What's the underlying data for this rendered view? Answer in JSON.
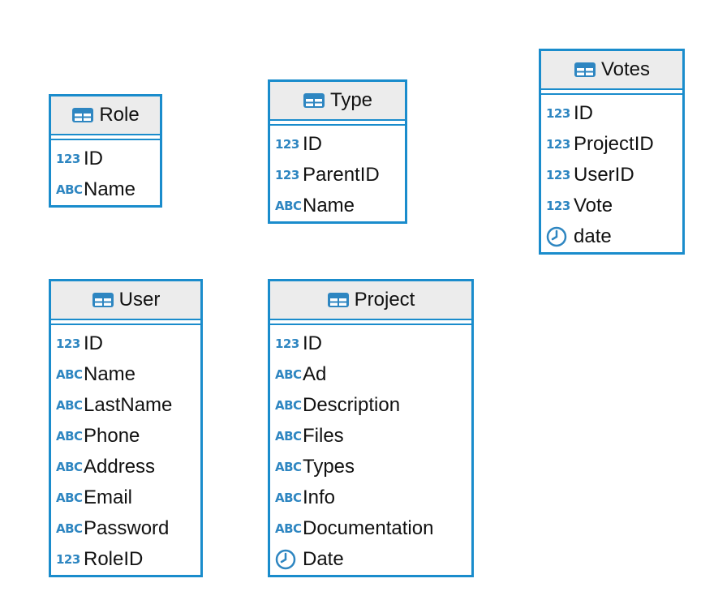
{
  "entities": [
    {
      "id": "role",
      "name": "Role",
      "columns": [
        {
          "icon": "123",
          "name": "ID"
        },
        {
          "icon": "ABC",
          "name": "Name"
        }
      ]
    },
    {
      "id": "type",
      "name": "Type",
      "columns": [
        {
          "icon": "123",
          "name": "ID"
        },
        {
          "icon": "123",
          "name": "ParentID"
        },
        {
          "icon": "ABC",
          "name": "Name"
        }
      ]
    },
    {
      "id": "votes",
      "name": "Votes",
      "columns": [
        {
          "icon": "123",
          "name": "ID"
        },
        {
          "icon": "123",
          "name": "ProjectID"
        },
        {
          "icon": "123",
          "name": "UserID"
        },
        {
          "icon": "123",
          "name": "Vote"
        },
        {
          "icon": "clock-icon",
          "name": "date"
        }
      ]
    },
    {
      "id": "user",
      "name": "User",
      "columns": [
        {
          "icon": "123",
          "name": "ID"
        },
        {
          "icon": "ABC",
          "name": "Name"
        },
        {
          "icon": "ABC",
          "name": "LastName"
        },
        {
          "icon": "ABC",
          "name": "Phone"
        },
        {
          "icon": "ABC",
          "name": "Address"
        },
        {
          "icon": "ABC",
          "name": "Email"
        },
        {
          "icon": "ABC",
          "name": "Password"
        },
        {
          "icon": "123",
          "name": "RoleID"
        }
      ]
    },
    {
      "id": "project",
      "name": "Project",
      "columns": [
        {
          "icon": "123",
          "name": "ID"
        },
        {
          "icon": "ABC",
          "name": "Ad"
        },
        {
          "icon": "ABC",
          "name": "Description"
        },
        {
          "icon": "ABC",
          "name": "Files"
        },
        {
          "icon": "ABC",
          "name": "Types"
        },
        {
          "icon": "ABC",
          "name": "Info"
        },
        {
          "icon": "ABC",
          "name": "Documentation"
        },
        {
          "icon": "clock-icon",
          "name": "Date"
        }
      ]
    }
  ],
  "colors": {
    "border": "#1a8ccc",
    "header_bg": "#ececec",
    "icon": "#2e86c1"
  }
}
